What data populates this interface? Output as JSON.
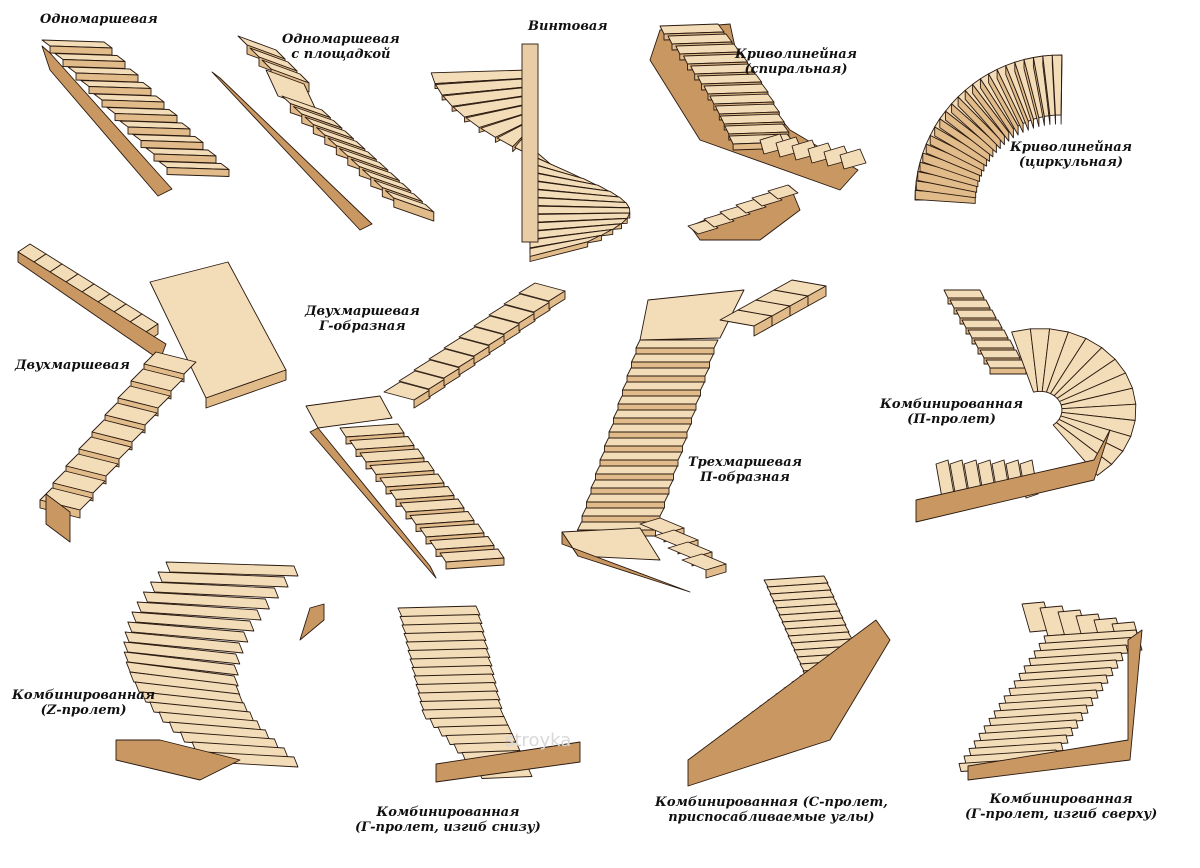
{
  "watermark": "stroyka",
  "labels": {
    "odnomarshevaya": "Одномаршевая",
    "odnomarshevaya_pl_1": "Одномаршевая",
    "odnomarshevaya_pl_2": "с площадкой",
    "vintovaya": "Винтовая",
    "krivo_spiral_1": "Криволинейная",
    "krivo_spiral_2": "(спиральная)",
    "krivo_circ_1": "Криволинейная",
    "krivo_circ_2": "(циркульная)",
    "dvuhmarshevaya": "Двухмаршевая",
    "dvuh_g_1": "Двухмаршевая",
    "dvuh_g_2": "Г-образная",
    "treh_p_1": "Трехмаршевая",
    "treh_p_2": "П-образная",
    "komb_p_1": "Комбинированная",
    "komb_p_2": "(П-пролет)",
    "komb_z_1": "Комбинированная",
    "komb_z_2": "(Z-пролет)",
    "komb_g_low_1": "Комбинированная",
    "komb_g_low_2": "(Г-пролет, изгиб снизу)",
    "komb_c_1": "Комбинированная (С-пролет,",
    "komb_c_2": "приспосабливаемые углы)",
    "komb_g_top_1": "Комбинированная",
    "komb_g_top_2": "(Г-пролет, изгиб сверху)"
  },
  "colors": {
    "tread": "#f3dcb8",
    "riser": "#e2bb8a",
    "side": "#c99762",
    "outline": "#2a1a10",
    "pole": "#e9cda6"
  }
}
